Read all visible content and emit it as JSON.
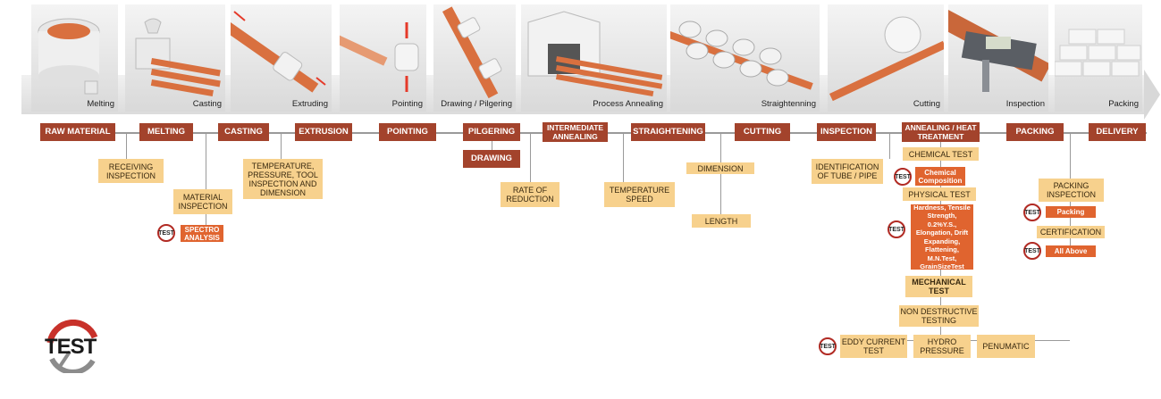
{
  "photos": [
    {
      "caption": "Melting"
    },
    {
      "caption": "Casting"
    },
    {
      "caption": "Extruding"
    },
    {
      "caption": "Pointing"
    },
    {
      "caption": "Drawing / Pilgering"
    },
    {
      "caption": "Process Annealing"
    },
    {
      "caption": "Straightenning"
    },
    {
      "caption": "Cutting"
    },
    {
      "caption": "Inspection"
    },
    {
      "caption": "Packing"
    }
  ],
  "stages": {
    "raw_material": "RAW MATERIAL",
    "melting": "MELTING",
    "casting": "CASTING",
    "extrusion": "EXTRUSION",
    "pointing": "POINTING",
    "pilgering": "PILGERING",
    "drawing": "DRAWING",
    "intermediate_annealing": "INTERMEDIATE ANNEALING",
    "straightening": "STRAIGHTENING",
    "cutting": "CUTTING",
    "inspection": "INSPECTION",
    "annealing_heat_treatment": "ANNEALING / HEAT TREATMENT",
    "packing": "PACKING",
    "delivery": "DELIVERY"
  },
  "checks": {
    "receiving_inspection": "RECEIVING INSPECTION",
    "material_inspection": "MATERIAL INSPECTION",
    "spectro_analysis": "SPECTRO ANALYSIS",
    "temperature_pressure": "TEMPERATURE, PRESSURE, TOOL INSPECTION AND DIMENSION",
    "rate_of_reduction": "RATE OF REDUCTION",
    "temperature_speed": "TEMPERATURE SPEED",
    "dimension": "DIMENSION",
    "length": "LENGTH",
    "identification": "IDENTIFICATION OF TUBE / PIPE",
    "chemical_test": "CHEMICAL TEST",
    "chemical_composition": "Chemical Composition",
    "physical_test": "PHYSICAL TEST",
    "physical_list": "Hardness, Tensile Strength, 0.2%Y.S., Elongation, Drift Expanding, Flattening, M.N.Test, GrainSizeTest",
    "mechanical_test": "MECHANICAL TEST",
    "non_destructive": "NON DESTRUCTIVE TESTING",
    "eddy_current": "EDDY CURRENT TEST",
    "hydro_pressure": "HYDRO PRESSURE",
    "penumatic": "PENUMATIC",
    "packing_inspection": "PACKING INSPECTION",
    "packing_label": "Packing",
    "certification": "CERTIFICATION",
    "all_above": "All Above"
  },
  "badge_text": "TEST",
  "logo_text": "TEST",
  "colors": {
    "stage": "#a3432c",
    "check": "#f7d18d",
    "test": "#e0642f",
    "badge_ring": "#b12a23",
    "copper": "#d9703f"
  }
}
